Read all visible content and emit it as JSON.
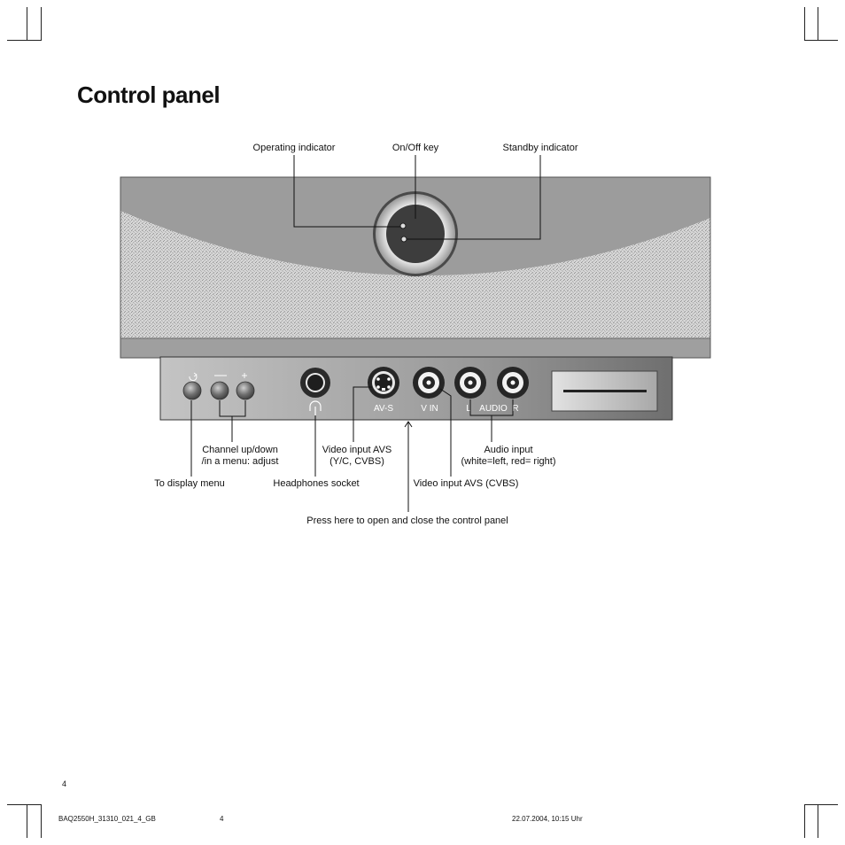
{
  "page": {
    "title": "Control panel",
    "page_number": "4"
  },
  "callouts_top": {
    "operating_indicator": "Operating indicator",
    "on_off_key": "On/Off key",
    "standby_indicator": "Standby indicator"
  },
  "panel": {
    "av_s": "AV-S",
    "v_in": "V IN",
    "l": "L",
    "audio": "AUDIO",
    "r": "R"
  },
  "callouts_bottom": {
    "channel_line1": "Channel up/down",
    "channel_line2": "/in a menu: adjust",
    "display_menu": "To display menu",
    "headphones": "Headphones socket",
    "video_avs_line1": "Video input AVS",
    "video_avs_line2": "(Y/C, CVBS)",
    "video_cvbs": "Video input AVS (CVBS)",
    "audio_line1": "Audio input",
    "audio_line2": "(white=left, red= right)",
    "press_here": "Press here to open and close the control panel"
  },
  "footer": {
    "doc_id": "BAQ2550H_31310_021_4_GB",
    "page": "4",
    "timestamp": "22.07.2004, 10:15 Uhr"
  }
}
